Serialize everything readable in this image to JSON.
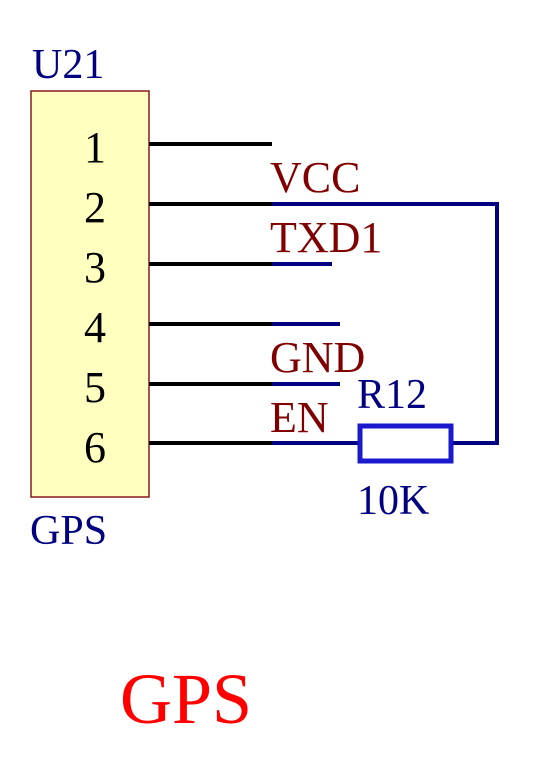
{
  "component": {
    "designator": "U21",
    "comment": "GPS",
    "pins": [
      {
        "number": "1",
        "net": "VCC"
      },
      {
        "number": "2",
        "net": "TXD1"
      },
      {
        "number": "3",
        "net": ""
      },
      {
        "number": "4",
        "net": "GND"
      },
      {
        "number": "5",
        "net": "EN"
      },
      {
        "number": "6",
        "net": ""
      }
    ]
  },
  "resistor": {
    "designator": "R12",
    "value": "10K"
  },
  "sheet_title": "GPS",
  "colors": {
    "body_fill": "#ffffc0",
    "body_stroke": "#8b1a1a",
    "pin": "#000000",
    "wire": "#000080",
    "wire_bright": "#1a1acc",
    "designator": "#000080",
    "net_label": "#800000",
    "title": "#ff0000"
  }
}
